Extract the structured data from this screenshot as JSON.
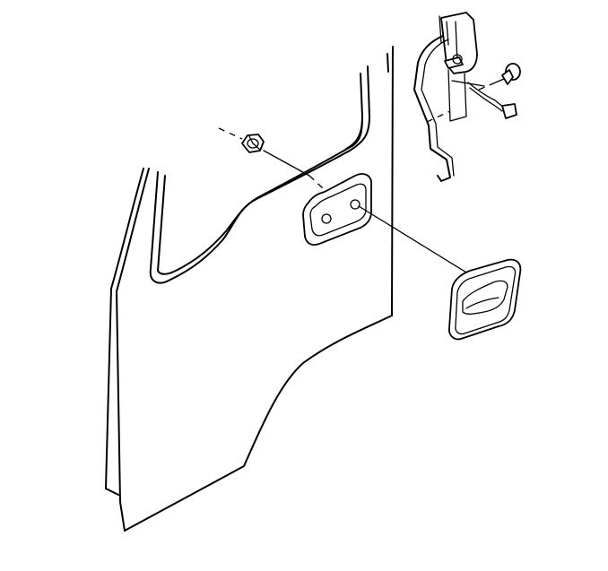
{
  "diagram": {
    "parts": [
      "door-panel",
      "window-frame",
      "retaining-nut",
      "handle-bezel",
      "inside-handle",
      "latch-mechanism",
      "actuator-rod",
      "screw",
      "electrical-connector"
    ],
    "line_color": "#000000",
    "background": "#ffffff"
  }
}
